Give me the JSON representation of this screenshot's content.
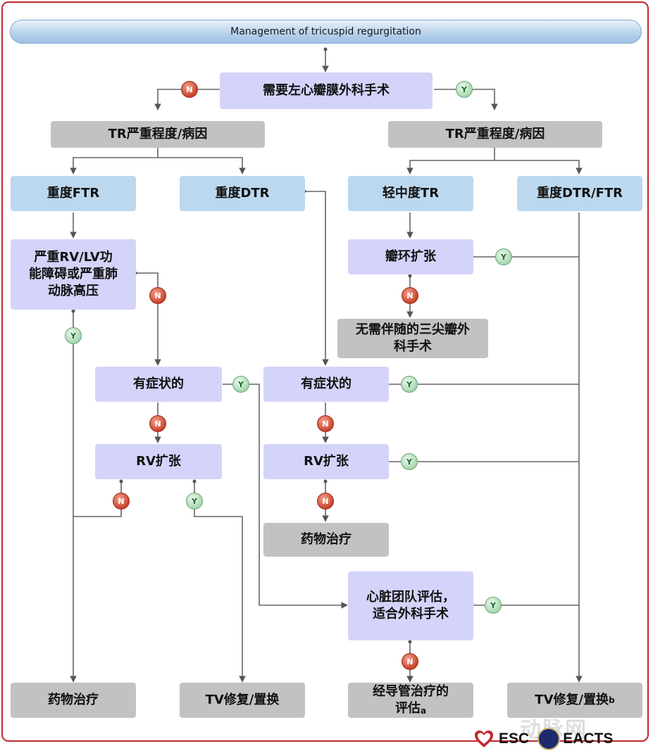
{
  "title": "Management of tricuspid regurgitation",
  "badges": {
    "no": "N",
    "yes": "Y"
  },
  "boxes": {
    "need_left_surgery": "需要左心瓣膜外科手术",
    "tr_severity_left": "TR严重程度/病因",
    "tr_severity_right": "TR严重程度/病因",
    "severe_ftr": "重度FTR",
    "severe_dtr": "重度DTR",
    "mild_moderate_tr": "轻中度TR",
    "severe_dtr_ftr": "重度DTR/FTR",
    "severe_rv_lv": "严重RV/LV功能障碍或严重肺动脉高压",
    "annular_dilation": "瓣环扩张",
    "no_concomitant": "无需伴随的三尖瓣外科手术",
    "symptomatic_left": "有症状的",
    "symptomatic_right": "有症状的",
    "rv_dilation_left": "RV扩张",
    "rv_dilation_right": "RV扩张",
    "medical_mid": "药物治疗",
    "heart_team": "心脏团队评估，适合外科手术",
    "medical_bottom": "药物治疗",
    "tv_repair_mid": "TV修复/置换",
    "transcatheter": "经导管治疗的评估",
    "transcatheter_sub": "a",
    "tv_repair_right": "TV修复/置换",
    "tv_repair_right_sub": "b"
  },
  "logos": {
    "esc": "ESC",
    "eacts": "EACTS"
  },
  "colors": {
    "frame": "#c0272d",
    "lavender": "#d4d4fa",
    "gray": "#c2c2c2",
    "blue": "#bcd8ee",
    "line": "#555555"
  }
}
